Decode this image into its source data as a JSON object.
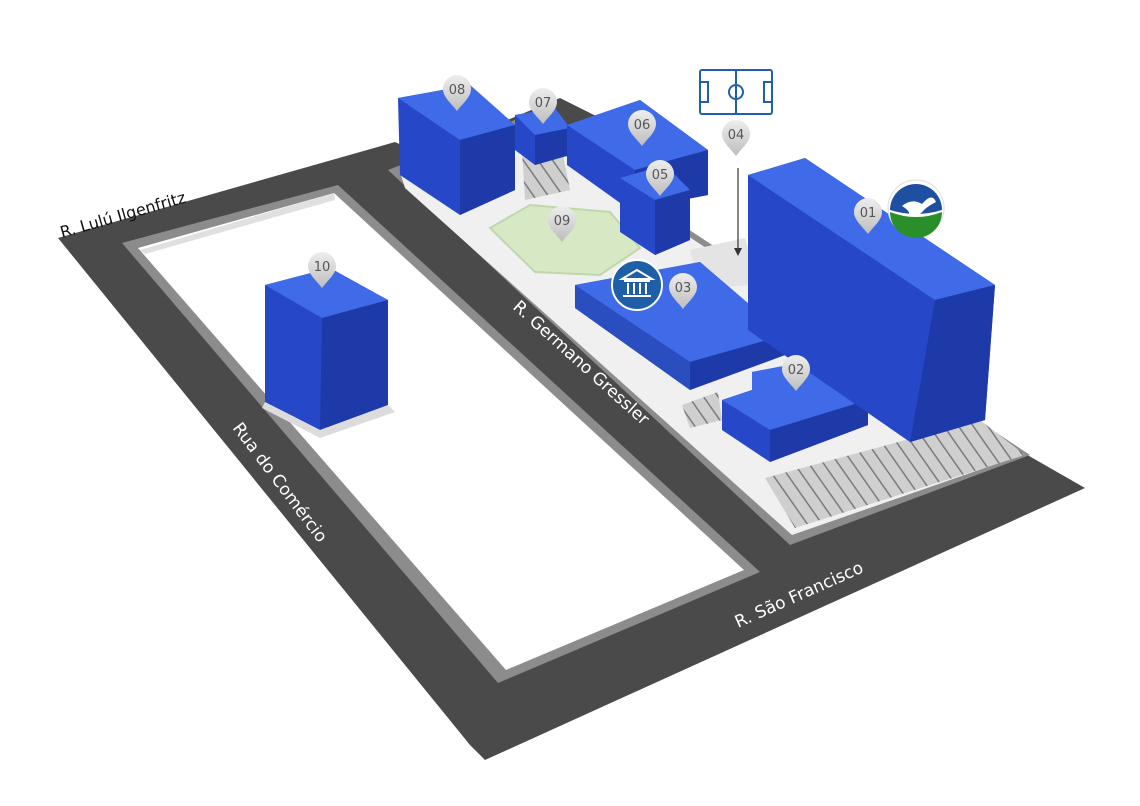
{
  "streets": {
    "lulu": "R. Lulú Ilgenfritz",
    "germano": "R. Germano Gressler",
    "comercio": "Rua do Comércio",
    "sao_francisco": "R. São Francisco"
  },
  "buildings": [
    {
      "id": "01",
      "label": "01"
    },
    {
      "id": "02",
      "label": "02"
    },
    {
      "id": "03",
      "label": "03"
    },
    {
      "id": "04",
      "label": "04"
    },
    {
      "id": "05",
      "label": "05"
    },
    {
      "id": "06",
      "label": "06"
    },
    {
      "id": "07",
      "label": "07"
    },
    {
      "id": "08",
      "label": "08"
    },
    {
      "id": "09",
      "label": "09"
    },
    {
      "id": "10",
      "label": "10"
    }
  ],
  "icons": {
    "dove": "dove-logo-icon",
    "museum": "museum-icon",
    "soccer": "soccer-field-icon"
  },
  "colors": {
    "road": "#4a4a4a",
    "building": "#2f55d4",
    "building_top": "#3f6ae8",
    "building_side": "#1d3aa8",
    "grass": "#d6e8c4",
    "museum_badge": "#1e5fa8",
    "dove_green": "#2a8f2a",
    "dove_blue": "#1f4fa0"
  }
}
